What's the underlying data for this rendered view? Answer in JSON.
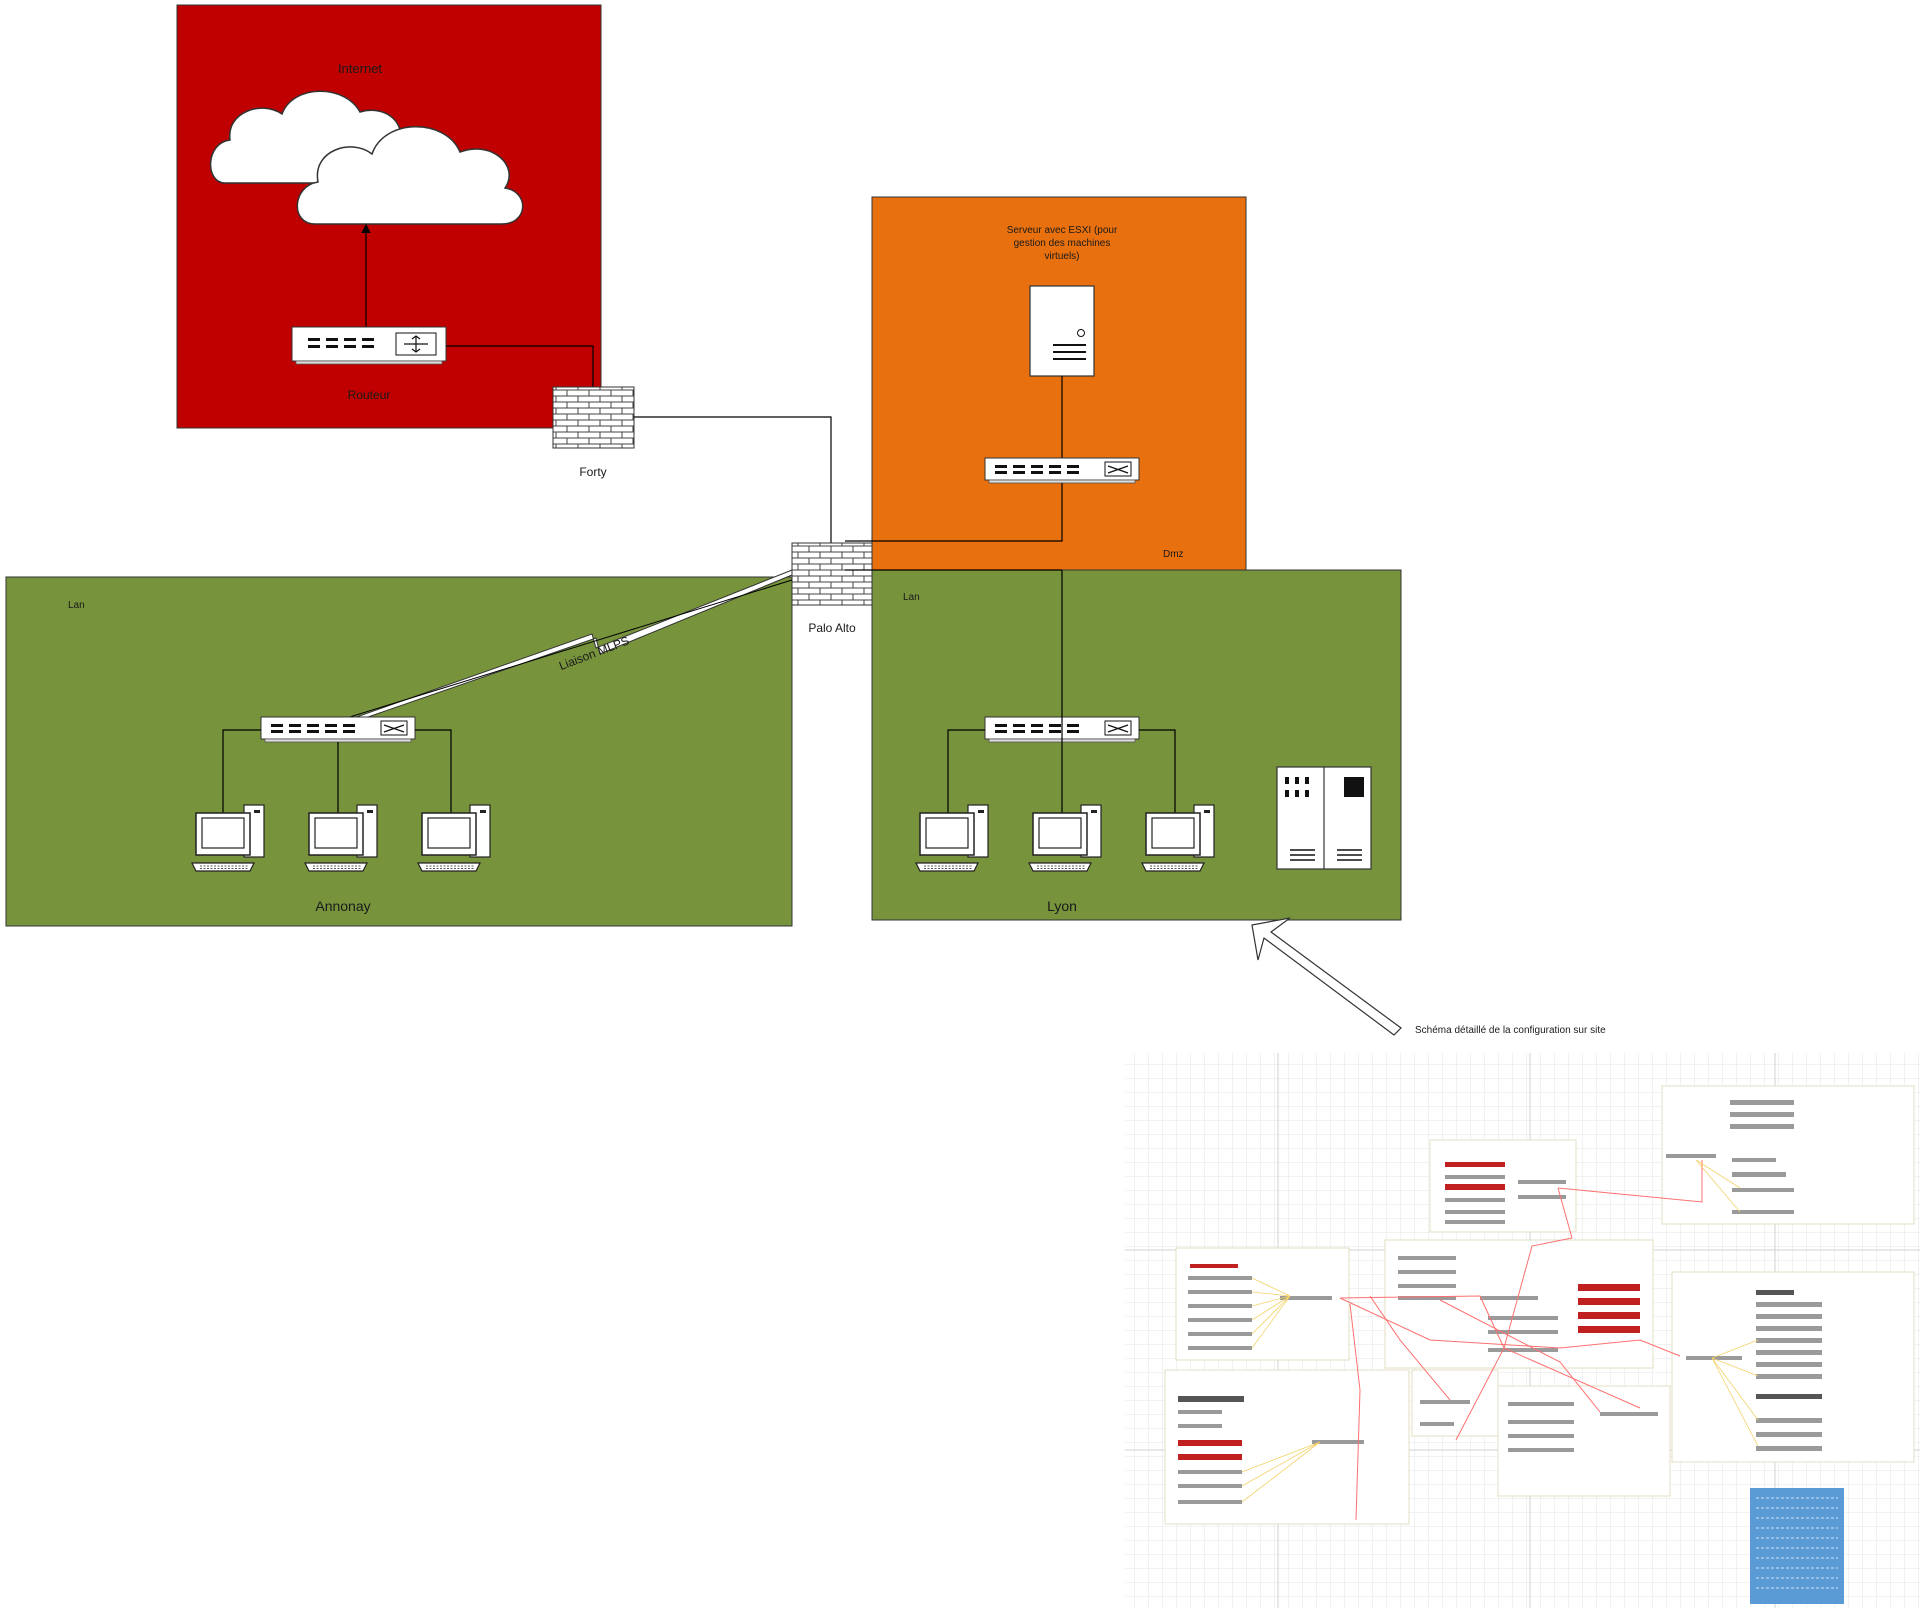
{
  "colors": {
    "internet": "#c00000",
    "dmz": "#e8700e",
    "lan": "#77933c",
    "device_fill": "#ffffff",
    "line": "#000000",
    "detail_grid": "#e6e6e6",
    "detail_link": "#ff6f6f",
    "detail_panel": "#5b9bd5"
  },
  "zones": {
    "internet": {
      "title": "Internet",
      "router_label": "Routeur"
    },
    "dmz": {
      "title": "Dmz",
      "server_label": "Serveur avec ESXI (pour gestion des machines virtuels)"
    },
    "lan_annonay": {
      "title": "Lan",
      "site_label": "Annonay"
    },
    "lan_lyon": {
      "title": "Lan",
      "site_label": "Lyon"
    }
  },
  "devices": {
    "firewall_forty": "Forty",
    "firewall_palo": "Palo Alto",
    "link_mlps": "Liaison MLPS"
  },
  "icons": {
    "cloud": "cloud-icon",
    "router": "router-icon",
    "firewall": "firewall-icon",
    "switch": "switch-icon",
    "server": "server-icon",
    "workstation": "workstation-icon",
    "rack": "rack-icon",
    "lightning": "lightning-link-icon",
    "arrow": "block-arrow-icon"
  },
  "detail": {
    "caption": "Schéma détaillé de la configuration sur site"
  }
}
